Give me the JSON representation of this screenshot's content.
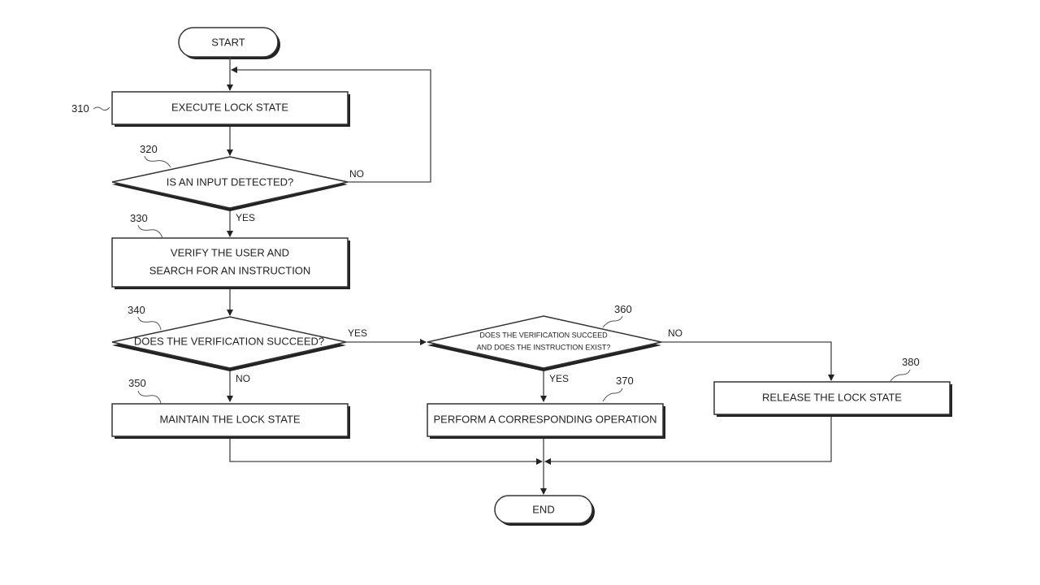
{
  "diagram": {
    "type": "flowchart",
    "nodes": {
      "start": {
        "label": "START"
      },
      "n310": {
        "ref": "310",
        "label": "EXECUTE LOCK STATE"
      },
      "n320": {
        "ref": "320",
        "label": "IS AN INPUT DETECTED?"
      },
      "n330": {
        "ref": "330",
        "line1": "VERIFY THE USER AND",
        "line2": "SEARCH FOR AN INSTRUCTION"
      },
      "n340": {
        "ref": "340",
        "label": "DOES THE VERIFICATION SUCCEED?"
      },
      "n350": {
        "ref": "350",
        "label": "MAINTAIN THE LOCK STATE"
      },
      "n360": {
        "ref": "360",
        "line1": "DOES THE VERIFICATION SUCCEED",
        "line2": "AND DOES THE INSTRUCTION EXIST?"
      },
      "n370": {
        "ref": "370",
        "label": "PERFORM A CORRESPONDING OPERATION"
      },
      "n380": {
        "ref": "380",
        "label": "RELEASE THE LOCK STATE"
      },
      "end": {
        "label": "END"
      }
    },
    "edges": {
      "e320_no": "NO",
      "e320_yes": "YES",
      "e340_yes": "YES",
      "e340_no": "NO",
      "e360_yes": "YES",
      "e360_no": "NO"
    }
  }
}
